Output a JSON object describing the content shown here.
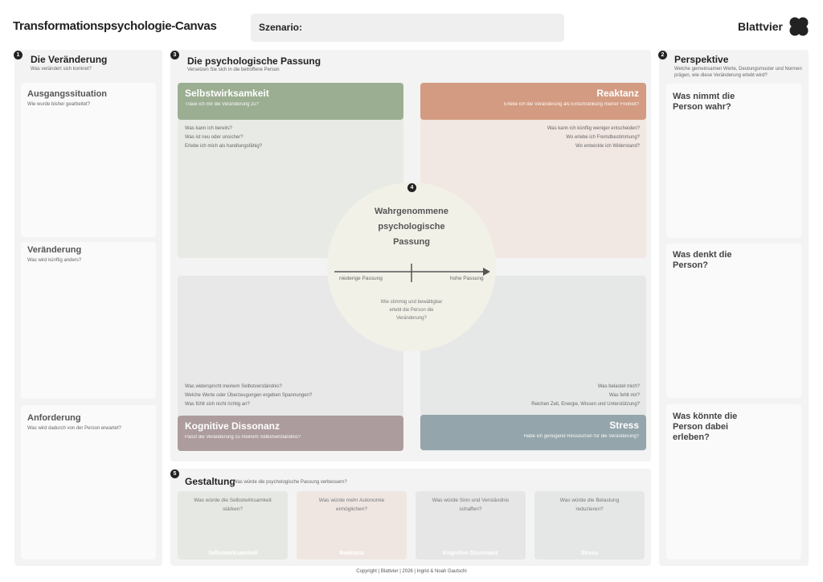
{
  "header": {
    "title": "Transformationspsychologie-Canvas",
    "scenario_label": "Szenario:",
    "brand": "Blattvier"
  },
  "left": {
    "number": "1",
    "title": "Die Veränderung",
    "subtitle": "Was verändert sich konkret?",
    "cards": [
      {
        "title": "Ausgangssituation",
        "subtitle": "Wie wurde bisher gearbeitet?"
      },
      {
        "title": "Veränderung",
        "subtitle": "Was wird künftig anders?"
      },
      {
        "title": "Anforderung",
        "subtitle": "Was wird dadurch von der Person erwartet?"
      }
    ]
  },
  "right": {
    "number": "2",
    "title": "Perspektive",
    "subtitle": "Welche gemeinsamen Werte, Deutungsmuster und Normen prägen, wie diese Veränderung erlebt wird?",
    "cards": [
      {
        "line1": "Was nimmt die",
        "line2": "Person wahr?",
        "line3": ""
      },
      {
        "line1": "Was denkt die",
        "line2": "Person?",
        "line3": ""
      },
      {
        "line1": "Was könnte die",
        "line2": "Person dabei",
        "line3": "erleben?"
      }
    ]
  },
  "center": {
    "number": "3",
    "title": "Die psychologische Passung",
    "subtitle": "Versetzen Sie sich in die betroffene Person",
    "quadrants": {
      "tl": {
        "title": "Selbstwirksamkeit",
        "subtitle": "Traue ich mir die Veränderung zu?",
        "questions": [
          "Was kann ich bereits?",
          "Was ist neu oder unsicher?",
          "Erlebe ich mich als handlungsfähig?"
        ]
      },
      "tr": {
        "title": "Reaktanz",
        "subtitle": "Erlebe ich die Veränderung als Einschränkung meiner Freiheit?",
        "questions": [
          "Was kann ich künftig weniger entscheiden?",
          "Wo erlebe ich Fremdbestimmung?",
          "Wo entwickle ich Widerstand?"
        ]
      },
      "bl": {
        "title": "Kognitive Dissonanz",
        "subtitle": "Passt die Veränderung zu meinem Selbstverständnis?",
        "questions": [
          "Was widerspricht meinem Selbstverständnis?",
          "Welche Werte oder Überzeugungen ergeben Spannungen?",
          "Was fühlt sich nicht richtig an?"
        ]
      },
      "br": {
        "title": "Stress",
        "subtitle": "Habe ich genügend Ressourcen für die Veränderung?",
        "questions": [
          "Was belastet mich?",
          "Was fehlt mir?",
          "Reichen Zeit, Energie, Wissen und Unterstützung?"
        ]
      }
    },
    "circle": {
      "number": "4",
      "title_lines": [
        "Wahrgenommene",
        "psychologische",
        "Passung"
      ],
      "low_label": "niederige Passung",
      "high_label": "hohe Passung",
      "question_lines": [
        "Wie stimmig und bewältigbar",
        "erlebt die Person die",
        "Veränderung?"
      ]
    }
  },
  "gestaltung": {
    "number": "5",
    "title": "Gestaltung",
    "subtitle": "Was würde die psychologische Passung verbessern?",
    "cards": [
      {
        "q1": "Was würde die Selbstwirksamkeit",
        "q2": "stärken?",
        "label": "Selbstwirksamkeit"
      },
      {
        "q1": "Was würde mehr Autonomie",
        "q2": "ermöglichen?",
        "label": "Reaktanz"
      },
      {
        "q1": "Was würde Sinn und Verständnis",
        "q2": "schaffen?",
        "label": "Kognitive Dissonanz"
      },
      {
        "q1": "Was würde die Belastung reduzieren?",
        "q2": "",
        "label": "Stress"
      }
    ]
  },
  "footer": "Copyright | Blattvier | 2026 | Ingrid & Noah Gautschi",
  "colors": {
    "selbstwirksamkeit": "#9bae92",
    "reaktanz": "#d39b81",
    "dissonanz": "#ad9c9d",
    "stress": "#94a5ab",
    "circle": "#f2f1e8"
  }
}
